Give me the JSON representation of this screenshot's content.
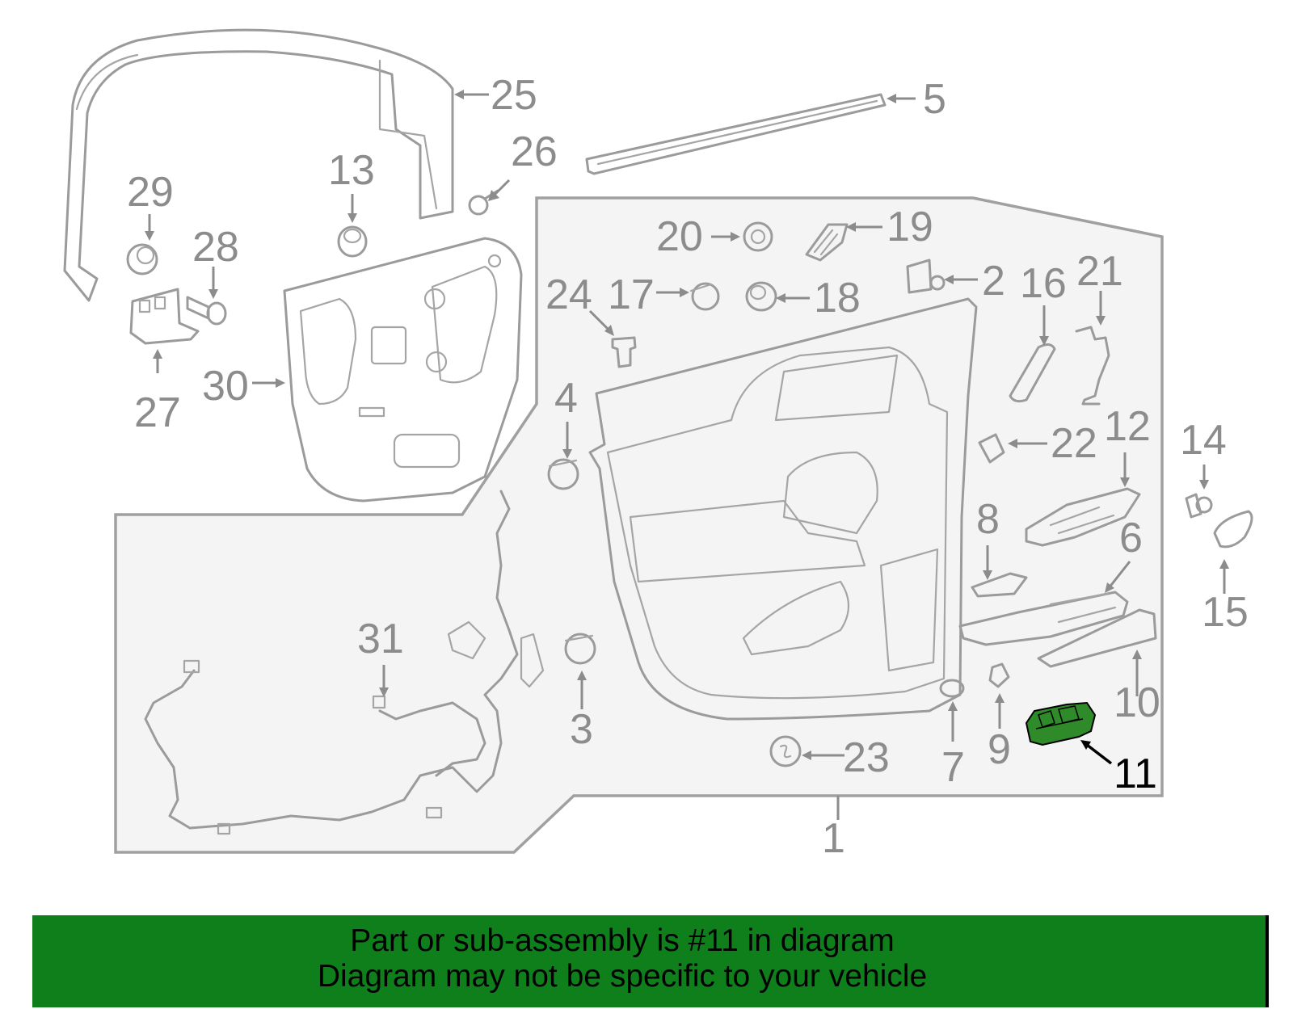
{
  "callouts": [
    {
      "id": "1",
      "label": "1"
    },
    {
      "id": "2",
      "label": "2"
    },
    {
      "id": "3",
      "label": "3"
    },
    {
      "id": "4",
      "label": "4"
    },
    {
      "id": "5",
      "label": "5"
    },
    {
      "id": "6",
      "label": "6"
    },
    {
      "id": "7",
      "label": "7"
    },
    {
      "id": "8",
      "label": "8"
    },
    {
      "id": "9",
      "label": "9"
    },
    {
      "id": "10",
      "label": "10"
    },
    {
      "id": "11",
      "label": "11"
    },
    {
      "id": "12",
      "label": "12"
    },
    {
      "id": "13",
      "label": "13"
    },
    {
      "id": "14",
      "label": "14"
    },
    {
      "id": "15",
      "label": "15"
    },
    {
      "id": "16",
      "label": "16"
    },
    {
      "id": "17",
      "label": "17"
    },
    {
      "id": "18",
      "label": "18"
    },
    {
      "id": "19",
      "label": "19"
    },
    {
      "id": "20",
      "label": "20"
    },
    {
      "id": "21",
      "label": "21"
    },
    {
      "id": "22",
      "label": "22"
    },
    {
      "id": "23",
      "label": "23"
    },
    {
      "id": "24",
      "label": "24"
    },
    {
      "id": "25",
      "label": "25"
    },
    {
      "id": "26",
      "label": "26"
    },
    {
      "id": "27",
      "label": "27"
    },
    {
      "id": "28",
      "label": "28"
    },
    {
      "id": "29",
      "label": "29"
    },
    {
      "id": "30",
      "label": "30"
    },
    {
      "id": "31",
      "label": "31"
    }
  ],
  "highlighted_part": "11",
  "colors": {
    "highlight_part": "#2f8a2a",
    "banner_background": "#0f7f1c",
    "line_art": "#9b9b9b",
    "callout_text": "#8c8c8c"
  },
  "banner": {
    "line1": "Part or sub-assembly is #11 in diagram",
    "line2": "Diagram may not be specific to your vehicle"
  }
}
